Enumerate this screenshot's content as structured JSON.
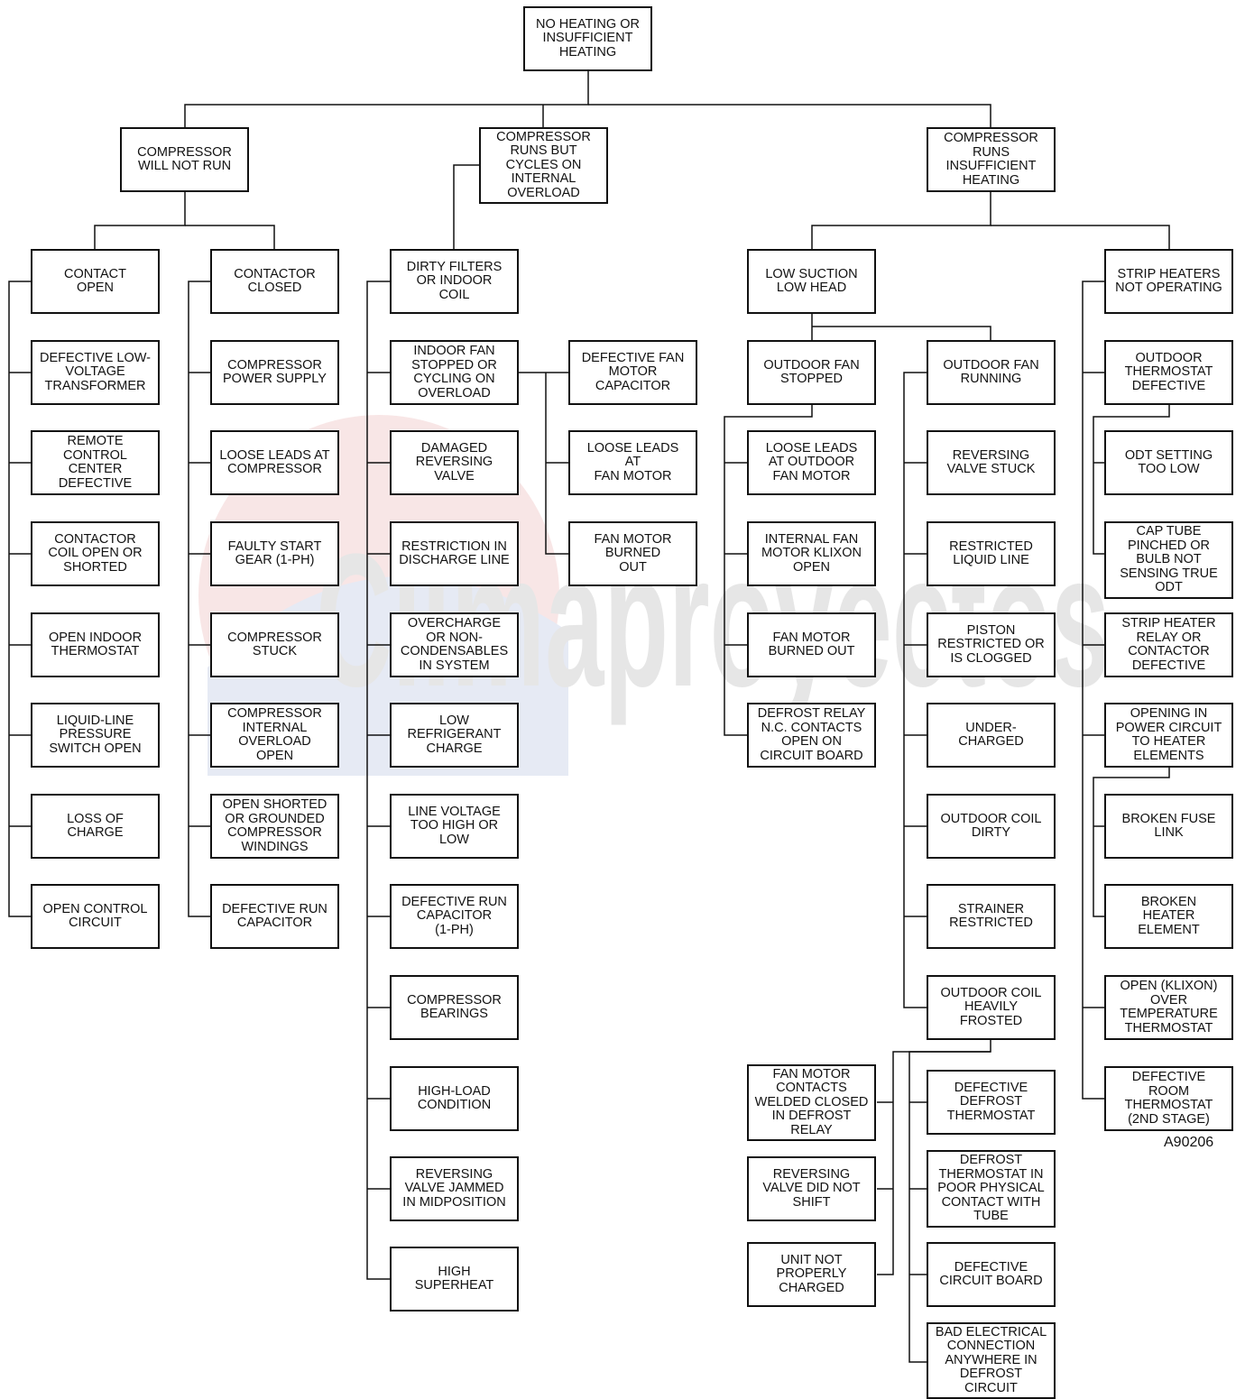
{
  "diagram": {
    "code": "A90206",
    "watermark": "Climaproyectos",
    "boxes": {
      "root": "NO HEATING OR\nINSUFFICIENT\nHEATING",
      "c1": "COMPRESSOR\nWILL NOT RUN",
      "c2": "COMPRESSOR\nRUNS BUT\nCYCLES ON\nINTERNAL\nOVERLOAD",
      "c3": "COMPRESSOR\nRUNS\nINSUFFICIENT\nHEATING",
      "a0": "CONTACT\nOPEN",
      "a1": "DEFECTIVE LOW-\nVOLTAGE\nTRANSFORMER",
      "a2": "REMOTE\nCONTROL\nCENTER\nDEFECTIVE",
      "a3": "CONTACTOR\nCOIL OPEN OR\nSHORTED",
      "a4": "OPEN INDOOR\nTHERMOSTAT",
      "a5": "LIQUID-LINE\nPRESSURE\nSWITCH OPEN",
      "a6": "LOSS OF\nCHARGE",
      "a7": "OPEN CONTROL\nCIRCUIT",
      "b0": "CONTACTOR\nCLOSED",
      "b1": "COMPRESSOR\nPOWER SUPPLY",
      "b2": "LOOSE LEADS AT\nCOMPRESSOR",
      "b3": "FAULTY START\nGEAR (1-PH)",
      "b4": "COMPRESSOR\nSTUCK",
      "b5": "COMPRESSOR\nINTERNAL\nOVERLOAD\nOPEN",
      "b6": "OPEN SHORTED\nOR GROUNDED\nCOMPRESSOR\nWINDINGS",
      "b7": "DEFECTIVE RUN\nCAPACITOR",
      "d0": "DIRTY FILTERS\nOR INDOOR\nCOIL",
      "d1": "INDOOR FAN\nSTOPPED OR\nCYCLING ON\nOVERLOAD",
      "d2": "DAMAGED\nREVERSING\nVALVE",
      "d3": "RESTRICTION IN\nDISCHARGE LINE",
      "d4": "OVERCHARGE\nOR NON-\nCONDENSABLES\nIN SYSTEM",
      "d5": "LOW\nREFRIGERANT\nCHARGE",
      "d6": "LINE VOLTAGE\nTOO HIGH OR\nLOW",
      "d7": "DEFECTIVE RUN\nCAPACITOR\n(1-PH)",
      "d8": "COMPRESSOR\nBEARINGS",
      "d9": "HIGH-LOAD\nCONDITION",
      "d10": "REVERSING\nVALVE JAMMED\nIN MIDPOSITION",
      "d11": "HIGH\nSUPERHEAT",
      "e0": "DEFECTIVE FAN\nMOTOR\nCAPACITOR",
      "e1": "LOOSE LEADS\nAT\nFAN MOTOR",
      "e2": "FAN MOTOR\nBURNED\nOUT",
      "f0": "LOW SUCTION\nLOW HEAD",
      "g0": "OUTDOOR FAN\nSTOPPED",
      "g1": "LOOSE LEADS\nAT OUTDOOR\nFAN MOTOR",
      "g2": "INTERNAL FAN\nMOTOR KLIXON\nOPEN",
      "g3": "FAN MOTOR\nBURNED OUT",
      "g4": "DEFROST RELAY\nN.C. CONTACTS\nOPEN ON\nCIRCUIT BOARD",
      "h0": "OUTDOOR FAN\nRUNNING",
      "h1": "REVERSING\nVALVE STUCK",
      "h2": "RESTRICTED\nLIQUID LINE",
      "h3": "PISTON\nRESTRICTED OR\nIS CLOGGED",
      "h4": "UNDER-\nCHARGED",
      "h5": "OUTDOOR COIL\nDIRTY",
      "h6": "STRAINER\nRESTRICTED",
      "h7": "OUTDOOR COIL\nHEAVILY\nFROSTED",
      "i0": "FAN MOTOR\nCONTACTS\nWELDED CLOSED\nIN DEFROST\nRELAY",
      "i1": "REVERSING\nVALVE DID NOT\nSHIFT",
      "i2": "UNIT NOT\nPROPERLY\nCHARGED",
      "j0": "DEFECTIVE\nDEFROST\nTHERMOSTAT",
      "j1": "DEFROST\nTHERMOSTAT IN\nPOOR PHYSICAL\nCONTACT WITH\nTUBE",
      "j2": "DEFECTIVE\nCIRCUIT BOARD",
      "j3": "BAD ELECTRICAL\nCONNECTION\nANYWHERE IN\nDEFROST\nCIRCUIT",
      "k0": "STRIP HEATERS\nNOT OPERATING",
      "k1": "OUTDOOR\nTHERMOSTAT\nDEFECTIVE",
      "k2": "STRIP HEATER\nRELAY OR\nCONTACTOR\nDEFECTIVE",
      "k3": "OPENING IN\nPOWER CIRCUIT\nTO HEATER\nELEMENTS",
      "k4": "OPEN (KLIXON)\nOVER\nTEMPERATURE\nTHERMOSTAT",
      "k5": "DEFECTIVE\nROOM\nTHERMOSTAT\n(2ND STAGE)",
      "m0": "ODT SETTING\nTOO LOW",
      "m1": "CAP TUBE\nPINCHED OR\nBULB NOT\nSENSING TRUE\nODT",
      "n0": "BROKEN FUSE\nLINK",
      "n1": "BROKEN\nHEATER\nELEMENT"
    }
  }
}
